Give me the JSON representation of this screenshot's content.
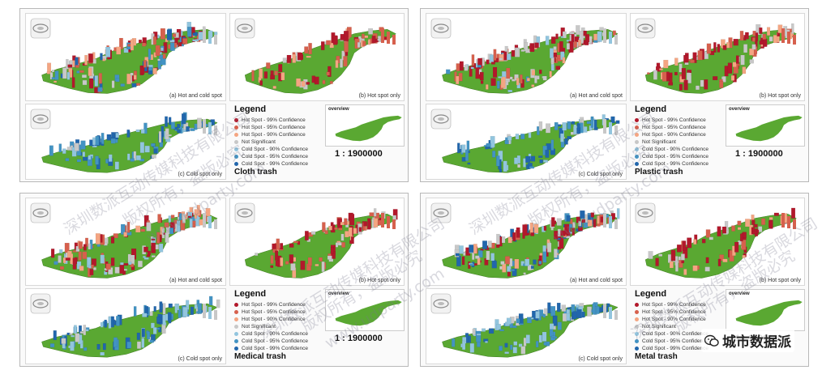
{
  "legend": {
    "title": "Legend",
    "items": [
      {
        "label": "Hot Spot - 99% Confidence",
        "color": "#b2182b"
      },
      {
        "label": "Hot Spot - 95% Confidence",
        "color": "#d6604d"
      },
      {
        "label": "Hot Spot - 90% Confidence",
        "color": "#f4a582"
      },
      {
        "label": "Not Significant",
        "color": "#c8c8c8"
      },
      {
        "label": "Cold Spot - 90% Confidence",
        "color": "#92c5de"
      },
      {
        "label": "Cold Spot - 95% Confidence",
        "color": "#4393c3"
      },
      {
        "label": "Cold Spot - 99% Confidence",
        "color": "#2166ac"
      }
    ]
  },
  "captions": {
    "a": "(a) Hot and cold spot",
    "b": "(b) Hot spot only",
    "c": "(c) Cold spot only"
  },
  "overview_label": "overview",
  "scale": "1 : 1900000",
  "panels": [
    {
      "title": "Cloth trash",
      "mix": "cloth"
    },
    {
      "title": "Plastic trash",
      "mix": "plastic"
    },
    {
      "title": "Medical trash",
      "mix": "medical"
    },
    {
      "title": "Metal trash",
      "mix": "metal"
    }
  ],
  "watermark": {
    "company": "深圳数派互动传媒科技有限公司",
    "rights": "版权所有，盗版必究",
    "url": "www.udparty.com"
  },
  "brand": {
    "name": "城市数据派"
  },
  "colors": {
    "green": "#5aa832",
    "hot99": "#b2182b",
    "hot95": "#d6604d",
    "hot90": "#f4a582",
    "ns": "#c8c8c8",
    "cold90": "#92c5de",
    "cold95": "#4393c3",
    "cold99": "#2166ac"
  }
}
